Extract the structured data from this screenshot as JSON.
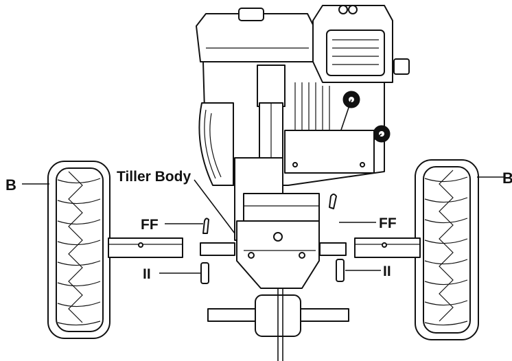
{
  "diagram": {
    "labels": {
      "left_wheel": "B",
      "right_wheel": "B",
      "tiller_body": "Tiller Body",
      "left_pin": "FF",
      "right_pin": "FF",
      "left_axle": "II",
      "right_axle": "II"
    }
  }
}
